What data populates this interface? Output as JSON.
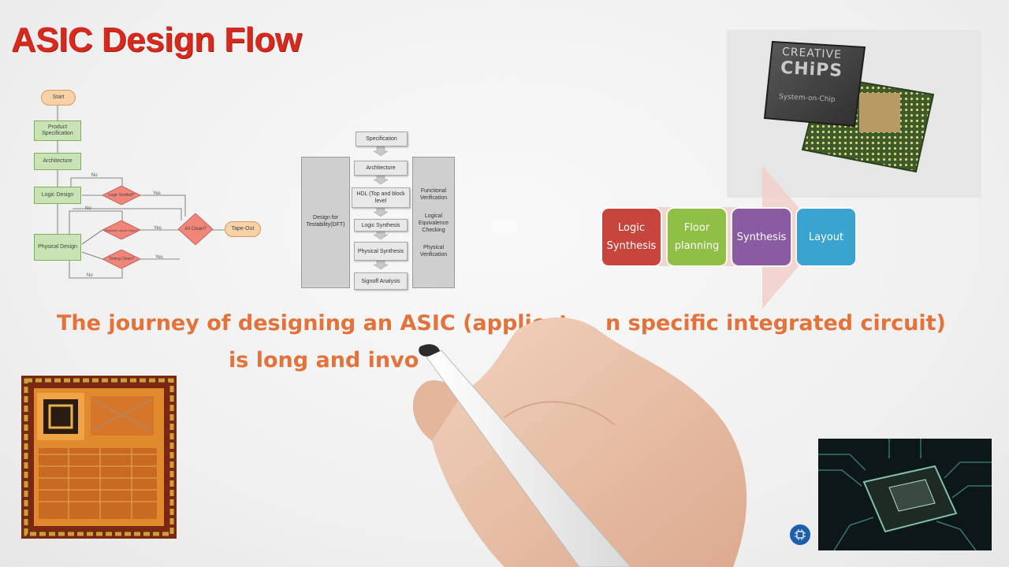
{
  "title": "ASIC Design Flow",
  "flowchart": {
    "start": "Start",
    "product_spec": "Product Specification",
    "architecture": "Architecture",
    "logic_design": "Logic Design",
    "physical_design": "Physical Design",
    "logic_verified": "Logic Verified?",
    "physical_layout_clean": "Physical Layout Clean?",
    "timing_clean": "Timing Clean?",
    "all_clean": "All Clean?",
    "tape_out": "Tape-Out",
    "yes": "Yes",
    "no": "No"
  },
  "design_flow": {
    "steps": [
      "Specification",
      "Architecture",
      "HDL (Top and block level",
      "Logic Synthesis",
      "Physical Synthesis",
      "Signoff Analysis"
    ],
    "left_column": "Design for Testability(DFT)",
    "right_column": [
      "Functional Verification",
      "Logical Equivalence Checking",
      "Physical Verification"
    ]
  },
  "process_boxes": [
    {
      "label": "Logic Synthesis",
      "color": "#c8453e"
    },
    {
      "label": "Floor planning",
      "color": "#8fbf45"
    },
    {
      "label": "Synthesis",
      "color": "#8a5aa3"
    },
    {
      "label": "Layout",
      "color": "#3aa3cf"
    }
  ],
  "chip_logo": {
    "line1": "CREATIVE",
    "line2": "CHiPS",
    "line3": "System-on-Chip"
  },
  "sentence": {
    "line1": "The journey of designing an ASIC (applicat",
    "line1_end": "n specific integrated circuit)",
    "line2": "is long and invo"
  },
  "colors": {
    "title": "#d62a1e",
    "sentence": "#e3733b",
    "fc_green": "#c9e3b4",
    "fc_orange": "#f8d1a6",
    "fc_diamond": "#f0857a"
  }
}
